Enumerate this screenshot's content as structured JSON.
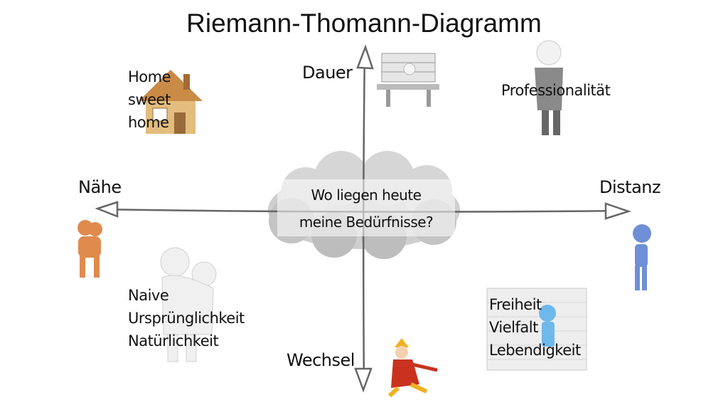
{
  "title": "Riemann-Thomann-Diagramm",
  "axes": {
    "top": "Dauer",
    "bottom": "Wechsel",
    "left": "Nähe",
    "right": "Distanz"
  },
  "center": {
    "line1": "Wo liegen heute",
    "line2": "meine Bedürfnisse?"
  },
  "quadrants": {
    "top_left": [
      "Home",
      "sweet",
      "home"
    ],
    "top_right": [
      "Professionalität"
    ],
    "bottom_left": [
      "Naive",
      "Ursprünglichkeit",
      "Natürlichkeit"
    ],
    "bottom_right": [
      "Freiheit",
      "Vielfalt",
      "Lebendigkeit"
    ]
  },
  "colors": {
    "axis": "#666666",
    "left_figure": "#e08a4e",
    "right_figure": "#6f8fd6",
    "jester_red": "#c8321e",
    "jester_yellow": "#f0b020"
  }
}
